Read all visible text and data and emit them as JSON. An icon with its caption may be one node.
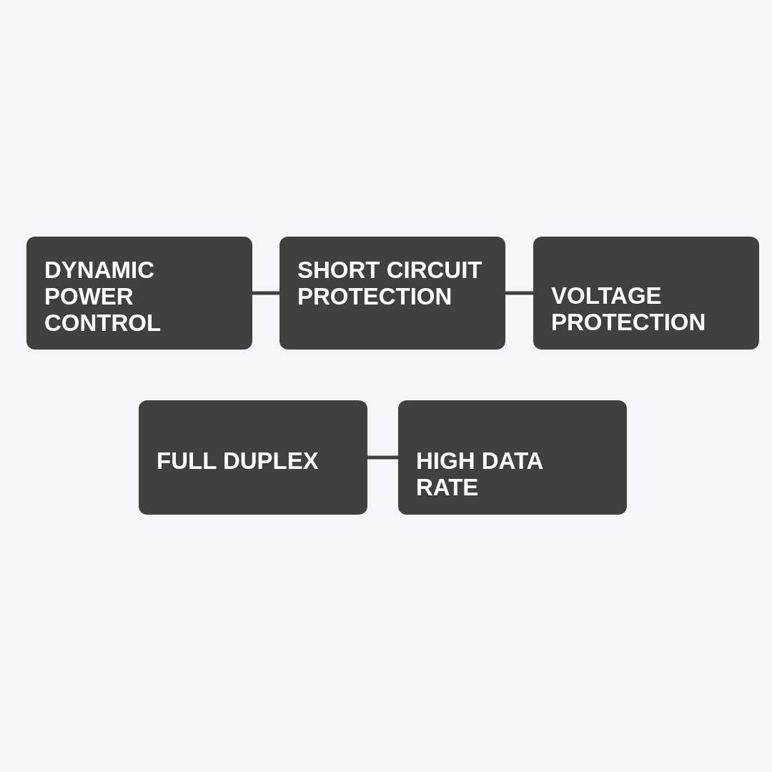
{
  "diagram": {
    "nodes": [
      {
        "text": [
          "DYNAMIC POWER CONTROL"
        ]
      },
      {
        "text": [
          "SHORT CIRCUIT PROTECTION"
        ]
      },
      {
        "text": [
          "VOLTAGE PROTECTION"
        ]
      },
      {
        "text": [
          "FULL DUPLEX"
        ]
      },
      {
        "text": [
          "HIGH DATA RATE"
        ]
      }
    ],
    "edges": [
      {
        "from": 0,
        "to": 1,
        "arrow": "none"
      },
      {
        "from": 1,
        "to": 2,
        "arrow": "none"
      },
      {
        "from": 3,
        "to": 4,
        "arrow": "none"
      }
    ]
  }
}
